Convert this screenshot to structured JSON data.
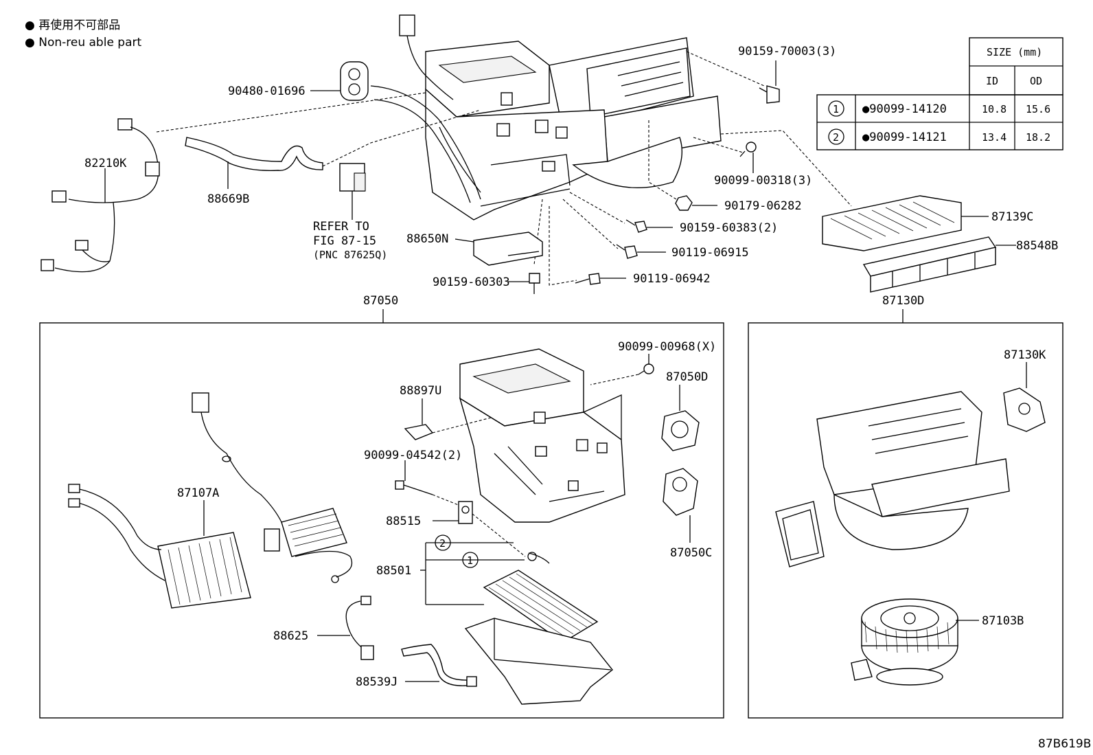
{
  "legend": {
    "line1": "● 再使用不可部品",
    "line2": "● Non-reu  able part"
  },
  "size_table": {
    "header_size": "SIZE (mm)",
    "header_id": "ID",
    "header_od": "OD",
    "rows": [
      {
        "mark": "1",
        "part": "●90099-14120",
        "id": "10.8",
        "od": "15.6"
      },
      {
        "mark": "2",
        "part": "●90099-14121",
        "id": "13.4",
        "od": "18.2"
      }
    ]
  },
  "labels": {
    "p90159_70003": "90159-70003(3)",
    "p90480_01696": "90480-01696",
    "p82210K": "82210K",
    "p88669B": "88669B",
    "refer1": "REFER TO",
    "refer2": "FIG 87-15",
    "refer3": "(PNC 87625Q)",
    "p88650N": "88650N",
    "p90159_60303": "90159-60303",
    "p90119_06942": "90119-06942",
    "p90119_06915": "90119-06915",
    "p90159_60383": "90159-60383(2)",
    "p90179_06282": "90179-06282",
    "p90099_00318": "90099-00318(3)",
    "p87139C": "87139C",
    "p88548B": "88548B",
    "p87050": "87050",
    "p87130D": "87130D",
    "p90099_00968": "90099-00968(X)",
    "p87050D": "87050D",
    "p88897U": "88897U",
    "p90099_04542": "90099-04542(2)",
    "p87107A": "87107A",
    "p88515": "88515",
    "p88501": "88501",
    "p88625": "88625",
    "p88539J": "88539J",
    "p87050C": "87050C",
    "p87130K": "87130K",
    "p87103B": "87103B",
    "circle1": "1",
    "circle2": "2"
  },
  "figure_code": "87B619B"
}
